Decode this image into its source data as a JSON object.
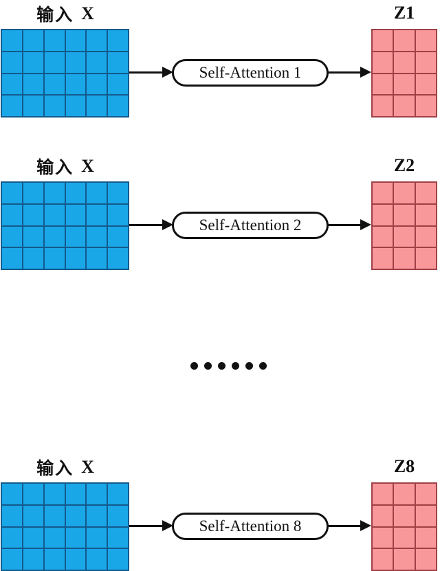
{
  "diagram": {
    "rows": [
      {
        "input_label_cn": "输入",
        "input_label_var": "X",
        "attention_label": "Self-Attention 1",
        "output_label": "Z1"
      },
      {
        "input_label_cn": "输入",
        "input_label_var": "X",
        "attention_label": "Self-Attention 2",
        "output_label": "Z2"
      },
      {
        "input_label_cn": "输入",
        "input_label_var": "X",
        "attention_label": "Self-Attention 8",
        "output_label": "Z8"
      }
    ],
    "separator": {
      "dot_count": 6
    },
    "input_matrix": {
      "cols": 6,
      "rows": 4
    },
    "output_matrix": {
      "cols": 3,
      "rows": 4
    },
    "colors": {
      "background": "#FFFFFF",
      "input_fill": "#1AA7E8",
      "input_line": "#135A8C",
      "output_fill": "#F9989B",
      "output_line": "#A04046",
      "stroke": "#111111"
    }
  }
}
